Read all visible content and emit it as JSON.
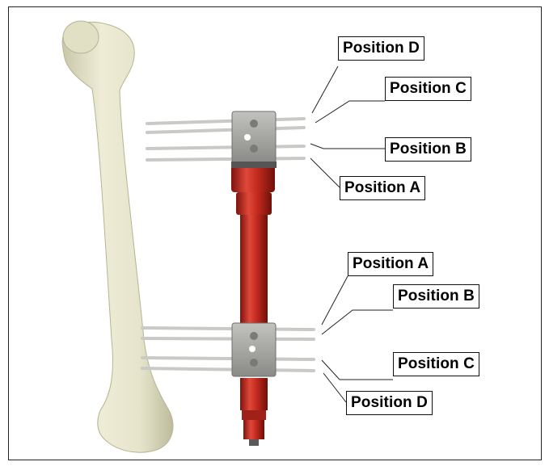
{
  "image_alt": "External fixator with screws on a femur bone model",
  "labels": {
    "upper_d": "Position D",
    "upper_c": "Position C",
    "upper_b": "Position B",
    "upper_a": "Position A",
    "lower_a": "Position A",
    "lower_b": "Position B",
    "lower_c": "Position C",
    "lower_d": "Position D"
  },
  "colors": {
    "bone": "#e4e2c8",
    "rod": "#c0281c",
    "clamp": "#a3a39f",
    "pin": "#d8d8d4"
  }
}
